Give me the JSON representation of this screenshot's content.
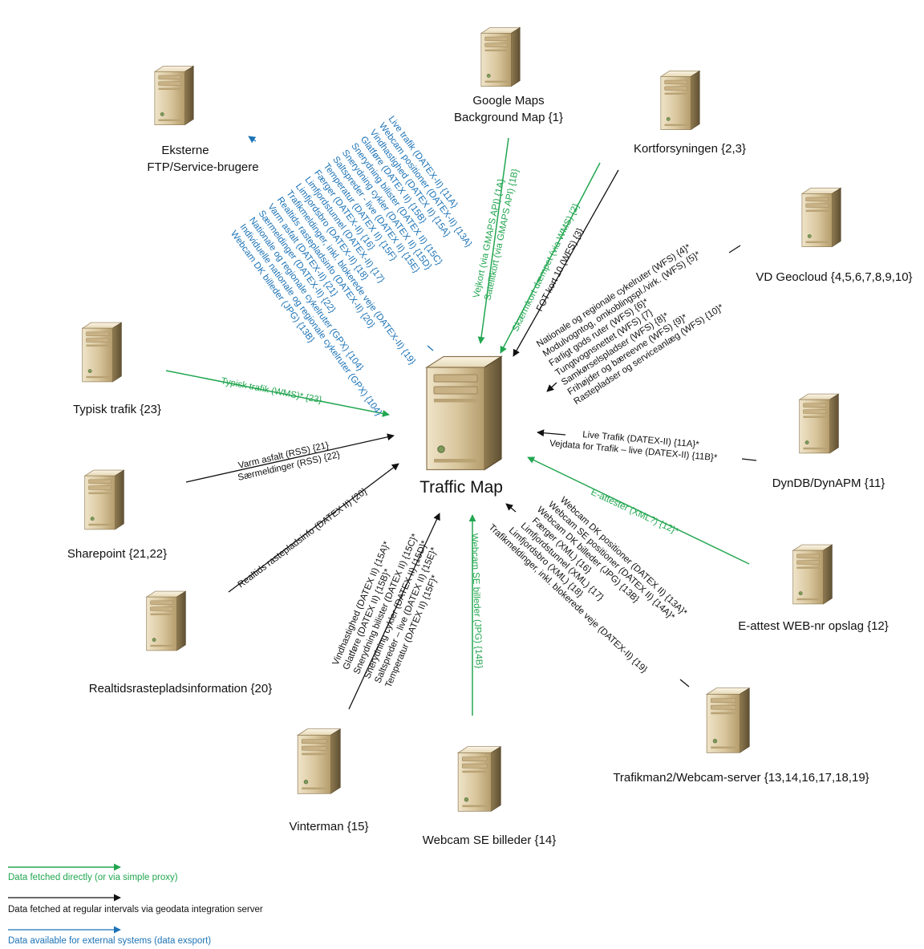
{
  "colors": {
    "green": "#22a650",
    "black": "#111111",
    "blue": "#1c73b6"
  },
  "center": {
    "label": "Traffic Map",
    "icon": "server-icon"
  },
  "nodes": {
    "google": {
      "lines": [
        "Google Maps",
        "Background Map {1}"
      ],
      "icon": "server-icon"
    },
    "kortforsyningen": {
      "lines": [
        "Kortforsyningen {2,3}"
      ],
      "icon": "server-icon"
    },
    "eksterne": {
      "lines": [
        "Eksterne",
        "FTP/Service-brugere"
      ],
      "icon": "server-icon"
    },
    "vdgeocloud": {
      "lines": [
        "VD Geocloud {4,5,6,7,8,9,10}"
      ],
      "icon": "server-icon"
    },
    "typisk": {
      "lines": [
        "Typisk trafik {23}"
      ],
      "icon": "server-icon"
    },
    "dyndb": {
      "lines": [
        "DynDB/DynAPM {11}"
      ],
      "icon": "server-icon"
    },
    "sharepoint": {
      "lines": [
        "Sharepoint {21,22}"
      ],
      "icon": "server-icon"
    },
    "eattest": {
      "lines": [
        "E-attest WEB-nr opslag {12}"
      ],
      "icon": "server-icon"
    },
    "realtids": {
      "lines": [
        "Realtidsrastepladsinformation {20}"
      ],
      "icon": "server-icon"
    },
    "trafikman": {
      "lines": [
        "Trafikman2/Webcam-server {13,14,16,17,18,19}"
      ],
      "icon": "server-icon"
    },
    "vinterman": {
      "lines": [
        "Vinterman {15}"
      ],
      "icon": "server-icon"
    },
    "webcamse": {
      "lines": [
        "Webcam SE billeder {14}"
      ],
      "icon": "server-icon"
    }
  },
  "edges": {
    "google": [
      "Vejkort (via GMAPS API) {1A}",
      "Satelitkort (via GMAPS API) {1B}"
    ],
    "kort_green": [
      "Skærmkort dæmpet (via WMS) {2}"
    ],
    "kort_black": [
      "FOT kort 10 (WFS) {3}"
    ],
    "eksterne": [
      "Live trafik (DATEX-II) {11A}",
      "Webcam positioner (DATEX-II) {13A}",
      "Vindhastighed (DATEX II) {15A}",
      "Glatføre (DATEX II) {15B}",
      "Snerydning bilister (DATEX II) {15C}",
      "Snerydning cykler (DATEX II) {15D}",
      "Saltspreder - live (DATEX II) {15E}",
      "Temperatur (DATEX II) {15F}",
      "Færger (DATEX-II) {16}",
      "Limfjordstunnel (DATEX-II) {17}",
      "Limfjordsbro (DATEX-II) {18}",
      "Trafikmeldinger, inkl. blokerede veje (DATEX-II) {19}",
      "Realtids rastepladsinfo (DATEX-II) {20}",
      "Varm asfalt (DATEX-II) {21}",
      "Særmeldinger (DATEX-II) {22}",
      "Nationale og regionale cykelruter (GPX) {104}",
      "Individuelle nationale og regionale cykelruter (GPX) {104}",
      "Webcam DK billeder (JPG) {13B}"
    ],
    "vdgeocloud": [
      "Nationale og regionale cykelruter (WFS) {4}*",
      "Modulvogntog, omkoblingspl./virk. (WFS) {5}*",
      "Farligt gods ruter (WFS) {6}*",
      "Tungtvognsnettet (WFS) {7}",
      "Samkørselspladser (WFS) {8}*",
      "Frihøjder og bæreevne (WFS) {9}*",
      "Rastepladser og serviceanlæg (WFS) {10}*"
    ],
    "typisk": [
      "Typisk trafik (WMS)* {23}"
    ],
    "dyndb": [
      "Live Trafik (DATEX-II) {11A}*",
      "Vejdata for Trafik – live (DATEX-II) {11B}*"
    ],
    "sharepoint": [
      "Varm asfalt (RSS) {21}",
      "Særmeldinger (RSS) {22}"
    ],
    "eattest": [
      "E-attester (XML?) {12}*"
    ],
    "realtids": [
      "Realtids rastepladsinfo (DATEX II) {20}"
    ],
    "trafikman": [
      "Webcam DK positioner (DATEX II) {13A}*",
      "Webcam SE positioner (DATEX II) {14A}*",
      "Webcam DK billeder (JPG) {13B}",
      "Færger (XML) {16}",
      "Limfjordstunnel (XML) {17}",
      "Limfjordsbro (XML) {18}",
      "Trafikmeldinger, inkl. blokerede veje (DATEX-II) {19}"
    ],
    "vinterman": [
      "Vindhastighed (DATEX II) {15A}*",
      "Glatføre (DATEX II) {15B}*",
      "Snerydning bilister (DATEX II) {15C}*",
      "Snerydning cykler (DATEX II) {15D}*",
      "Saltspreder – live (DATEX II) {15E}*",
      "Temperatur (DATEX II) {15F}*"
    ],
    "webcamse": [
      "Webcam SE billeder (JPG) {14B}"
    ]
  },
  "legend": [
    {
      "label": "Data fetched directly (or via simple proxy)",
      "color": "green"
    },
    {
      "label": "Data fetched at regular intervals via geodata integration server",
      "color": "black"
    },
    {
      "label": "Data available for external systems (data exsport)",
      "color": "blue"
    }
  ]
}
